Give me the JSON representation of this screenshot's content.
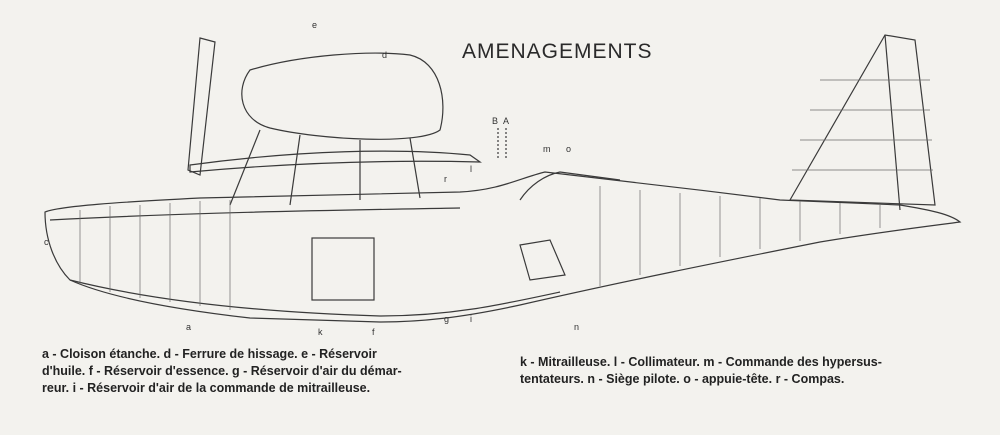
{
  "title": "AMENAGEMENTS",
  "section_marks": [
    "B",
    "A"
  ],
  "callouts": [
    "a",
    "c",
    "d",
    "e",
    "f",
    "g",
    "i",
    "k",
    "l",
    "m",
    "n",
    "o",
    "r"
  ],
  "caption_left": [
    "a - Cloison étanche. d - Ferrure de hissage. e - Réservoir",
    "d'huile. f - Réservoir d'essence. g - Réservoir d'air du démar-",
    "reur. i - Réservoir d'air de la commande de mitrailleuse."
  ],
  "caption_right": [
    "k - Mitrailleuse. l - Collimateur. m - Commande des hypersus-",
    "tentateurs. n - Siège pilote. o - appuie-tête. r - Compas."
  ]
}
